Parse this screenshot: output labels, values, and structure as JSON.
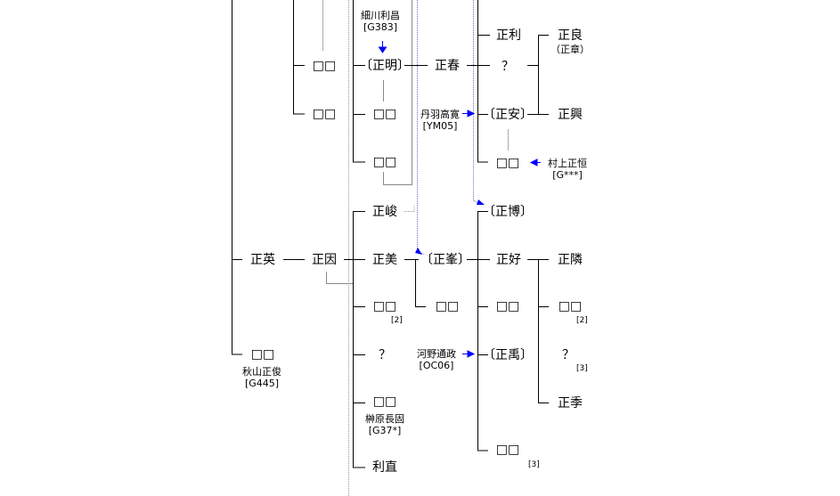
{
  "colors": {
    "line": "#000000",
    "arrow": "#0000ff",
    "dotted": "#7070c0",
    "background": "#ffffff"
  },
  "q": "？",
  "box2": "□□",
  "names": {
    "masaaki": "〔正明〕",
    "masaharu": "正春",
    "masatoshi": "正利",
    "masayoshi_good": "正良",
    "masaaki_alt": "（正章）",
    "masayasu": "〔正安〕",
    "masaoki": "正興",
    "masahiro": "〔正博〕",
    "masatoshi2": "正峻",
    "masahide": "正英",
    "masayori": "正因",
    "masayoshi_beauty": "正美",
    "masamine": "〔正峯〕",
    "masayoshi_fond": "正好",
    "masachika": "正隣",
    "masatada": "〔正禹〕",
    "masasue": "正季",
    "toshinao": "利直"
  },
  "annotations": {
    "hosokawa": {
      "name": "細川利昌",
      "ref": "[G383]"
    },
    "niwa": {
      "name": "丹羽高寛",
      "ref": "[YM05]"
    },
    "murakami": {
      "name": "村上正恒",
      "ref": "[G***]"
    },
    "kono": {
      "name": "河野通政",
      "ref": "[OC06]"
    },
    "sakakibara": {
      "name": "榊原長固",
      "ref": "[G37*]"
    },
    "akiyama": {
      "name": "秋山正俊",
      "ref": "[G445]"
    }
  },
  "notes": {
    "n2": "[2]",
    "n3": "[3]"
  }
}
